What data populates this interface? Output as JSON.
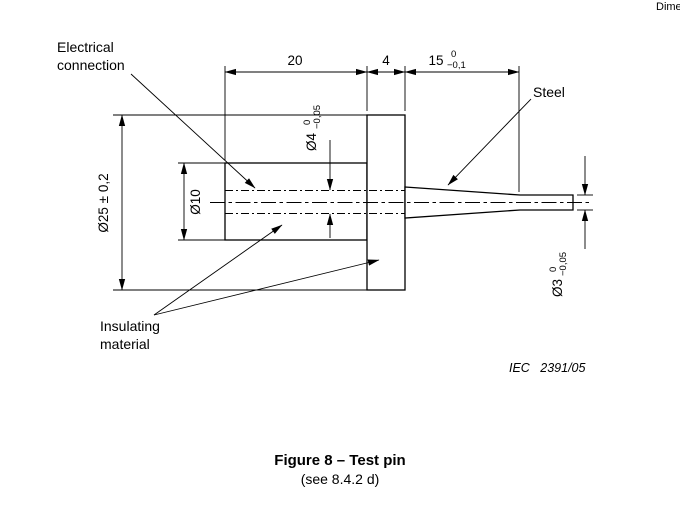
{
  "colors": {
    "line": "#000000",
    "text": "#000000",
    "background": "#ffffff"
  },
  "corner_note": "Dime",
  "callouts": {
    "electrical_connection": [
      "Electrical",
      "connection"
    ],
    "steel": "Steel",
    "insulating_material": [
      "Insulating",
      "material"
    ]
  },
  "dimensions": {
    "length_body": "20",
    "length_flange": "4",
    "length_pin": "15",
    "length_pin_tol_upper": "0",
    "length_pin_tol_lower": "−0,1",
    "dia_hole": "Ø4",
    "dia_hole_tol_upper": "0",
    "dia_hole_tol_lower": "−0,05",
    "dia_body": "Ø10",
    "dia_flange": "Ø25 ± 0,2",
    "dia_pin": "Ø3",
    "dia_pin_tol_upper": "0",
    "dia_pin_tol_lower": "−0,05"
  },
  "footer": {
    "iec_reference": "IEC   2391/05",
    "figure_title": "Figure 8 – Test pin",
    "figure_subtitle": "(see 8.4.2 d)"
  }
}
